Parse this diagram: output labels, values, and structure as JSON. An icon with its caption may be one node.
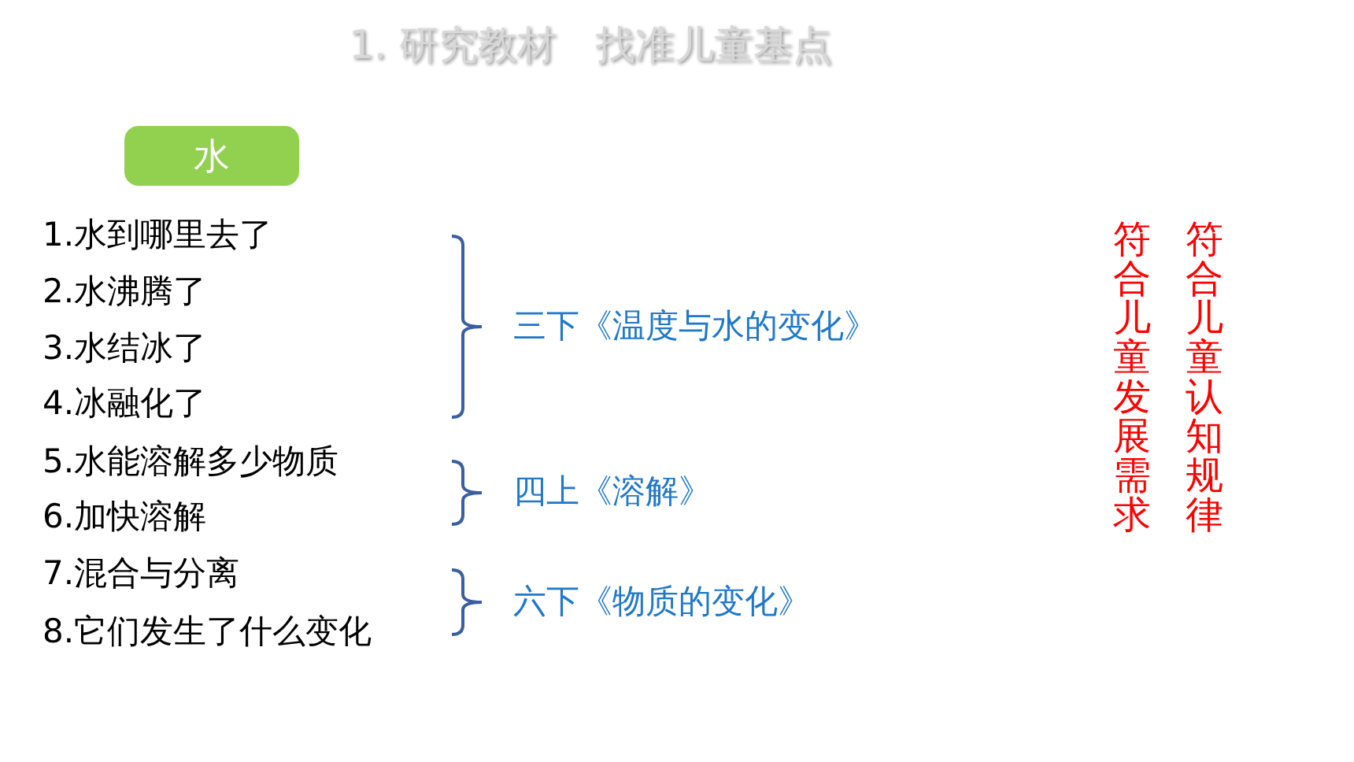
{
  "diagram": {
    "title": "1. 研究教材　找准儿童基点",
    "nodes": [
      {
        "text": [
          "水"
        ]
      }
    ],
    "labels": [
      "1.水到哪里去了",
      "2.水沸腾了",
      "3.水结冰了",
      "4.冰融化了",
      "5.水能溶解多少物质",
      "6.加快溶解",
      "7.混合与分离",
      "8.它们发生了什么变化",
      "三下《温度与水的变化》",
      "四上《溶解》",
      "六下《物质的变化》",
      "符合儿童发展需求",
      "符合儿童认知规律"
    ]
  }
}
